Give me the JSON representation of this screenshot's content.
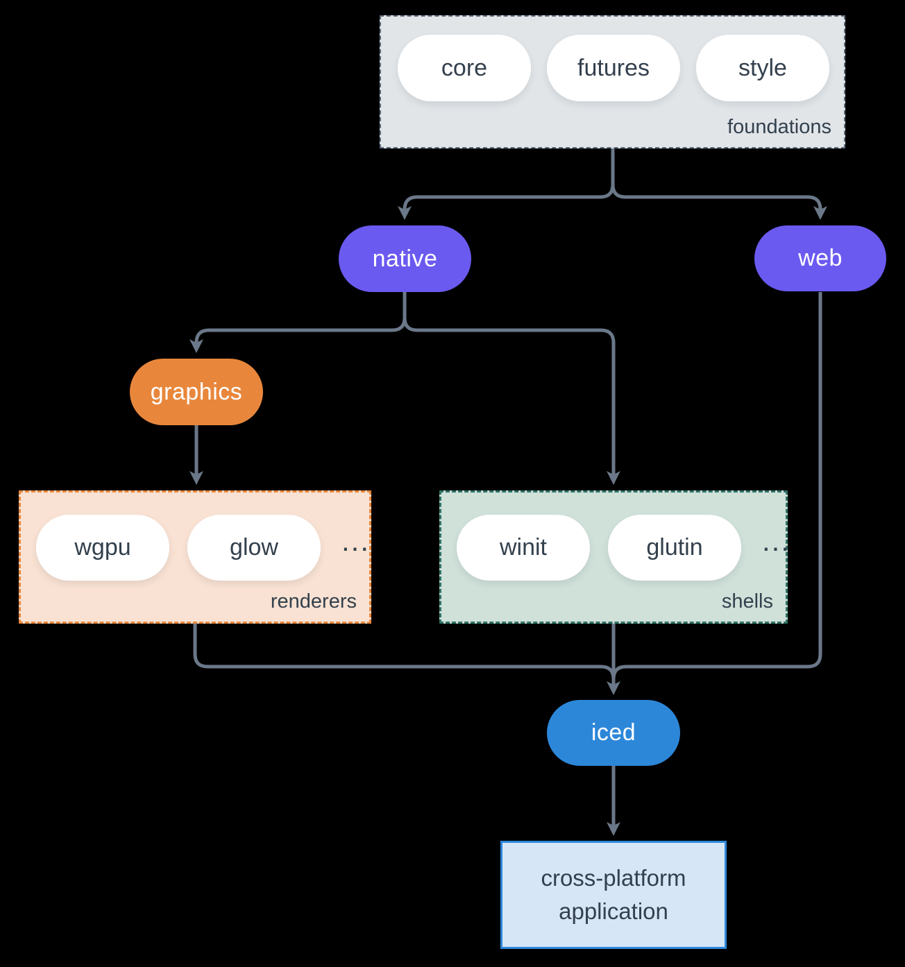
{
  "colors": {
    "background": "#000000",
    "arrow": "#6b7889",
    "text_dark": "#33404d",
    "purple": "#6b5af0",
    "orange": "#e8873c",
    "blue": "#2d87d9",
    "foundations_fill": "#e1e5e8",
    "foundations_border": "#5f6c7b",
    "renderers_fill": "#f9e2d3",
    "renderers_border": "#e8873c",
    "shells_fill": "#d0e1da",
    "shells_border": "#2e7265",
    "app_fill": "#d6e6f7",
    "app_border": "#2d87d9"
  },
  "groups": {
    "foundations": {
      "label": "foundations",
      "items": [
        "core",
        "futures",
        "style"
      ]
    },
    "renderers": {
      "label": "renderers",
      "items": [
        "wgpu",
        "glow"
      ],
      "ellipsis": "..."
    },
    "shells": {
      "label": "shells",
      "items": [
        "winit",
        "glutin"
      ],
      "ellipsis": "..."
    }
  },
  "nodes": {
    "native": {
      "label": "native"
    },
    "web": {
      "label": "web"
    },
    "graphics": {
      "label": "graphics"
    },
    "iced": {
      "label": "iced"
    },
    "application": {
      "line1": "cross-platform",
      "line2": "application"
    }
  }
}
